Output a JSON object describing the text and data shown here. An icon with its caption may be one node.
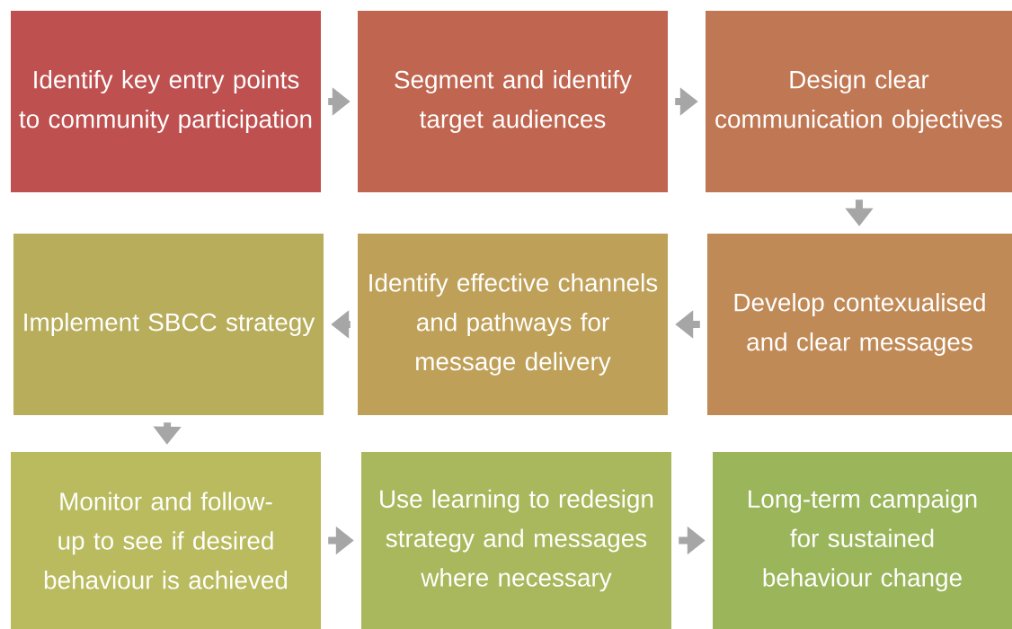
{
  "diagram": {
    "nodes": [
      {
        "text": [
          "Identify key entry points to community participation"
        ]
      },
      {
        "text": [
          "Segment and identify target audiences"
        ]
      },
      {
        "text": [
          "Design clear communication objectives"
        ]
      },
      {
        "text": [
          "Implement SBCC strategy"
        ]
      },
      {
        "text": [
          "Identify effective channels and pathways for message delivery"
        ]
      },
      {
        "text": [
          "Develop contexualised and clear messages"
        ]
      },
      {
        "text": [
          "Monitor and follow-up to see if desired behaviour is achieved"
        ]
      },
      {
        "text": [
          "Use learning to redesign strategy and messages where necessary"
        ]
      },
      {
        "text": [
          "Long-term campaign for sustained behaviour change"
        ]
      }
    ],
    "edges": [
      {
        "from": 0,
        "to": 1,
        "arrow": "to"
      },
      {
        "from": 1,
        "to": 2,
        "arrow": "to"
      },
      {
        "from": 2,
        "to": 5,
        "arrow": "to"
      },
      {
        "from": 5,
        "to": 4,
        "arrow": "to"
      },
      {
        "from": 4,
        "to": 3,
        "arrow": "to"
      },
      {
        "from": 3,
        "to": 6,
        "arrow": "to"
      },
      {
        "from": 6,
        "to": 7,
        "arrow": "to"
      },
      {
        "from": 7,
        "to": 8,
        "arrow": "to"
      }
    ]
  }
}
